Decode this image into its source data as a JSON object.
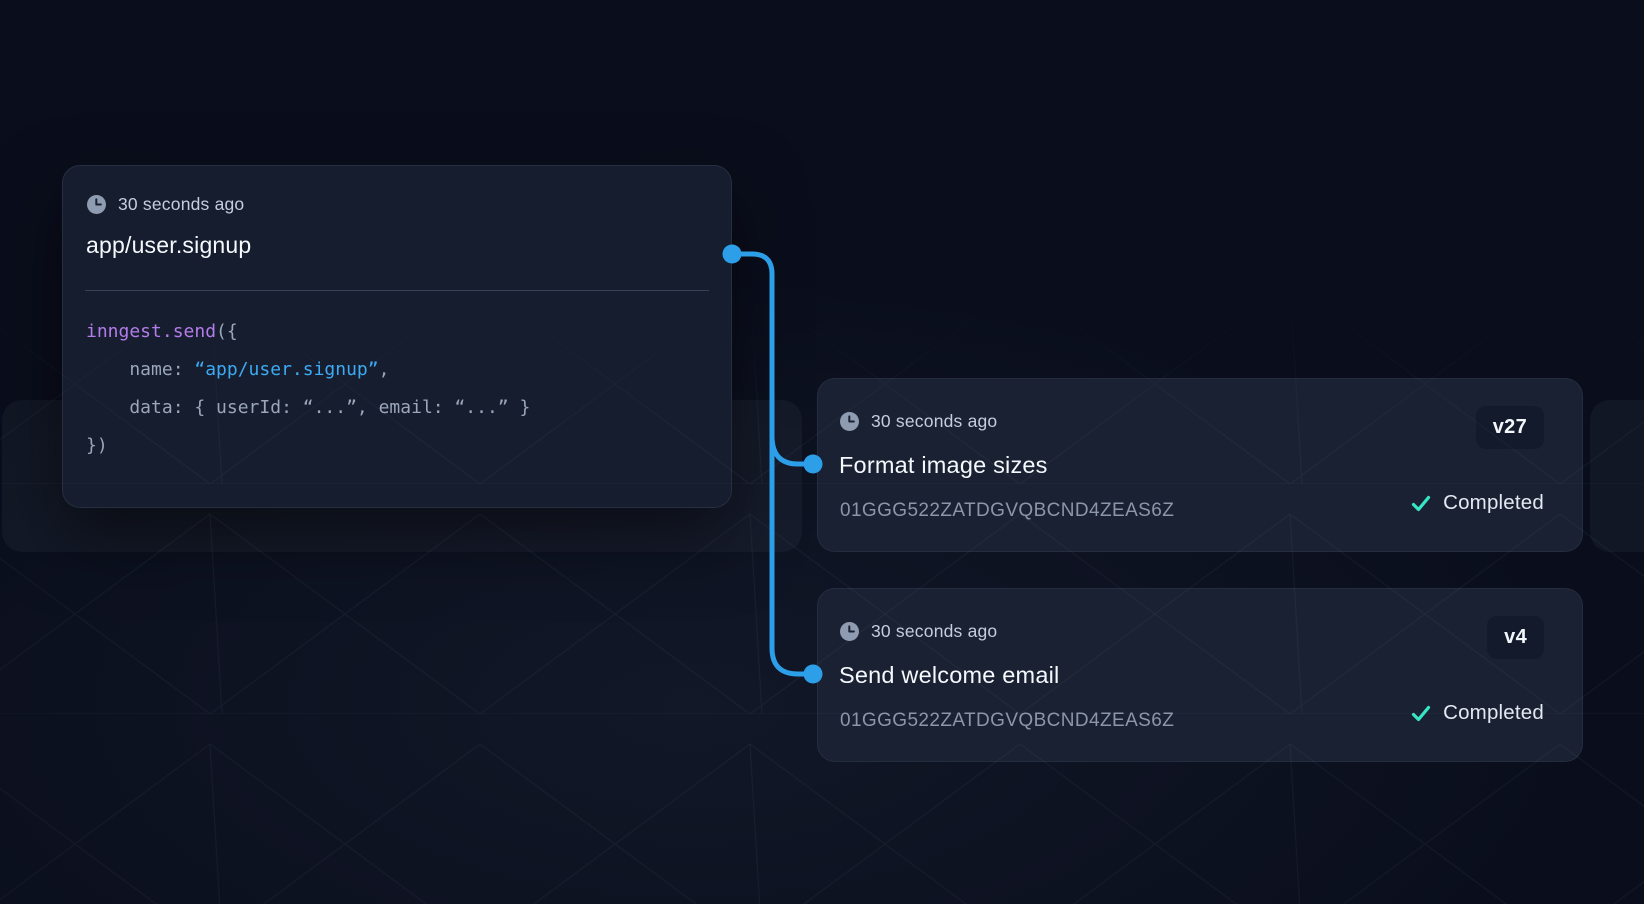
{
  "colors": {
    "background": "#0a0e1c",
    "card_background": "#161d2e",
    "run_card_background": "#1a2132",
    "connector_blue": "#2d9fe9",
    "keyword_purple": "#b47ceb",
    "string_blue": "#3cabf4",
    "success_teal": "#36e6c4",
    "muted_text": "#8b96a9",
    "grid_line": "#9db1cc"
  },
  "event_card": {
    "timestamp": "30 seconds ago",
    "title": "app/user.signup",
    "code": {
      "fn": "inngest.send",
      "open": "({",
      "name_key": "    name: ",
      "name_value": "“app/user.signup”",
      "name_comma": ",",
      "data_line": "    data: { userId: “...”, email: “...” }",
      "close": "})"
    }
  },
  "runs": [
    {
      "timestamp": "30 seconds ago",
      "title": "Format image sizes",
      "run_id": "01GGG522ZATDGVQBCND4ZEAS6Z",
      "version": "v27",
      "status": "Completed"
    },
    {
      "timestamp": "30 seconds ago",
      "title": "Send welcome email",
      "run_id": "01GGG522ZATDGVQBCND4ZEAS6Z",
      "version": "v4",
      "status": "Completed"
    }
  ],
  "icons": {
    "clock": "clock-icon",
    "check": "check-icon",
    "connector_dot": "connector-dot"
  }
}
